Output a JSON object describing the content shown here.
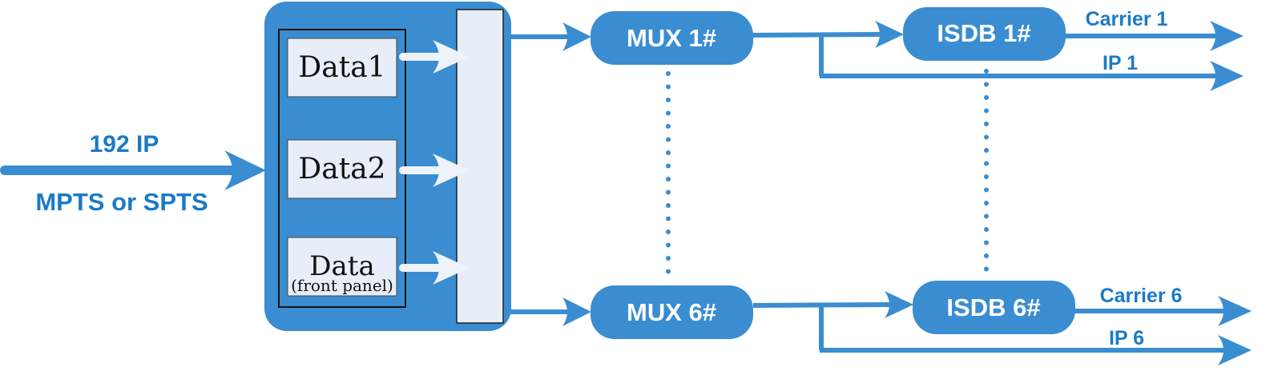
{
  "input": {
    "line1": "192 IP",
    "line2": "MPTS or SPTS"
  },
  "data_boxes": [
    {
      "label": "Data1",
      "sub": ""
    },
    {
      "label": "Data2",
      "sub": ""
    },
    {
      "label": "Data",
      "sub": "(front panel)"
    }
  ],
  "mux_top": "MUX 1#",
  "mux_bottom": "MUX 6#",
  "isdb_top": "ISDB 1#",
  "isdb_bottom": "ISDB 6#",
  "outputs": {
    "carrier_top": "Carrier 1",
    "ip_top": "IP 1",
    "carrier_bottom": "Carrier 6",
    "ip_bottom": "IP 6"
  },
  "colors": {
    "blue": "#3a8dd0",
    "blue_dark": "#1a7ac6",
    "panel": "#e7eef8"
  }
}
